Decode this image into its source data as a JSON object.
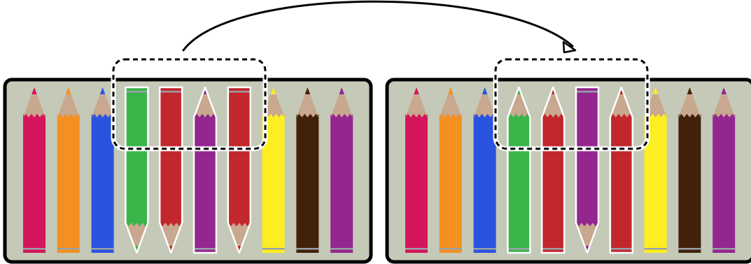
{
  "colors": {
    "tray_fill": "#c5c9b8",
    "tray_border": "#000000",
    "wood": "#c8a88e",
    "outline_highlight": "#ffffff",
    "selection_box": "#000000",
    "arrow": "#000000",
    "ferrule_band": "#9aa0a8"
  },
  "before_tray": {
    "pencils": [
      {
        "color": "#d4155b",
        "point": "up",
        "highlighted": false
      },
      {
        "color": "#f39020",
        "point": "up",
        "highlighted": false
      },
      {
        "color": "#2a53e0",
        "point": "up",
        "highlighted": false
      },
      {
        "color": "#39b54a",
        "point": "down",
        "highlighted": true
      },
      {
        "color": "#c1272d",
        "point": "down",
        "highlighted": true
      },
      {
        "color": "#93268f",
        "point": "up",
        "highlighted": true
      },
      {
        "color": "#c1272d",
        "point": "down",
        "highlighted": true
      },
      {
        "color": "#fcee21",
        "point": "up",
        "highlighted": false
      },
      {
        "color": "#42210b",
        "point": "up",
        "highlighted": false
      },
      {
        "color": "#93268f",
        "point": "up",
        "highlighted": false
      }
    ]
  },
  "after_tray": {
    "pencils": [
      {
        "color": "#d4155b",
        "point": "up",
        "highlighted": false
      },
      {
        "color": "#f39020",
        "point": "up",
        "highlighted": false
      },
      {
        "color": "#2a53e0",
        "point": "up",
        "highlighted": false
      },
      {
        "color": "#39b54a",
        "point": "up",
        "highlighted": true
      },
      {
        "color": "#c1272d",
        "point": "up",
        "highlighted": true
      },
      {
        "color": "#93268f",
        "point": "down",
        "highlighted": true
      },
      {
        "color": "#c1272d",
        "point": "up",
        "highlighted": true
      },
      {
        "color": "#fcee21",
        "point": "up",
        "highlighted": false
      },
      {
        "color": "#42210b",
        "point": "up",
        "highlighted": false
      },
      {
        "color": "#93268f",
        "point": "up",
        "highlighted": false
      }
    ]
  },
  "icons": {
    "transform_arrow": "curved-arrow-icon"
  }
}
